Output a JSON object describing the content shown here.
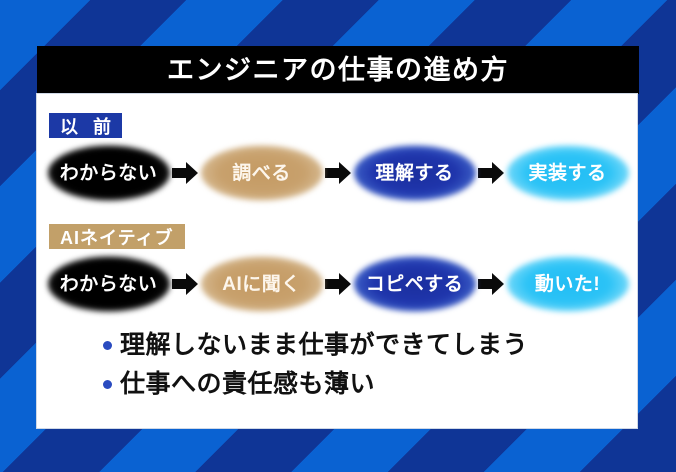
{
  "title_bar": {
    "title": "エンジニアの仕事の進め方"
  },
  "sections": [
    {
      "label": "以 前",
      "label_color": "#1c39a6",
      "steps": [
        {
          "text": "わからない",
          "style": "black"
        },
        {
          "text": "調べる",
          "style": "tan"
        },
        {
          "text": "理解する",
          "style": "navy"
        },
        {
          "text": "実装する",
          "style": "cyan"
        }
      ]
    },
    {
      "label": "AIネイティブ",
      "label_color": "#c2a069",
      "steps": [
        {
          "text": "わからない",
          "style": "black"
        },
        {
          "text": "AIに聞く",
          "style": "tan"
        },
        {
          "text": "コピペする",
          "style": "navy"
        },
        {
          "text": "動いた!",
          "style": "cyan"
        }
      ]
    }
  ],
  "bullets": [
    {
      "text": "理解しないまま仕事ができてしまう"
    },
    {
      "text": "仕事への責任感も薄い"
    }
  ],
  "colors": {
    "background_stripe_dark": "#0f3596",
    "background_stripe_light": "#0a62d2",
    "card_background": "#ffffff",
    "title_bar_background": "#000000",
    "bullet_marker": "#2a4bc0",
    "bubble_black": "#000000",
    "bubble_tan": "#c49a63",
    "bubble_navy": "#1f35ac",
    "bubble_cyan": "#2cc3f6"
  },
  "icons": {
    "arrow": "right-arrow-icon",
    "bullet": "bullet-dot-icon"
  }
}
